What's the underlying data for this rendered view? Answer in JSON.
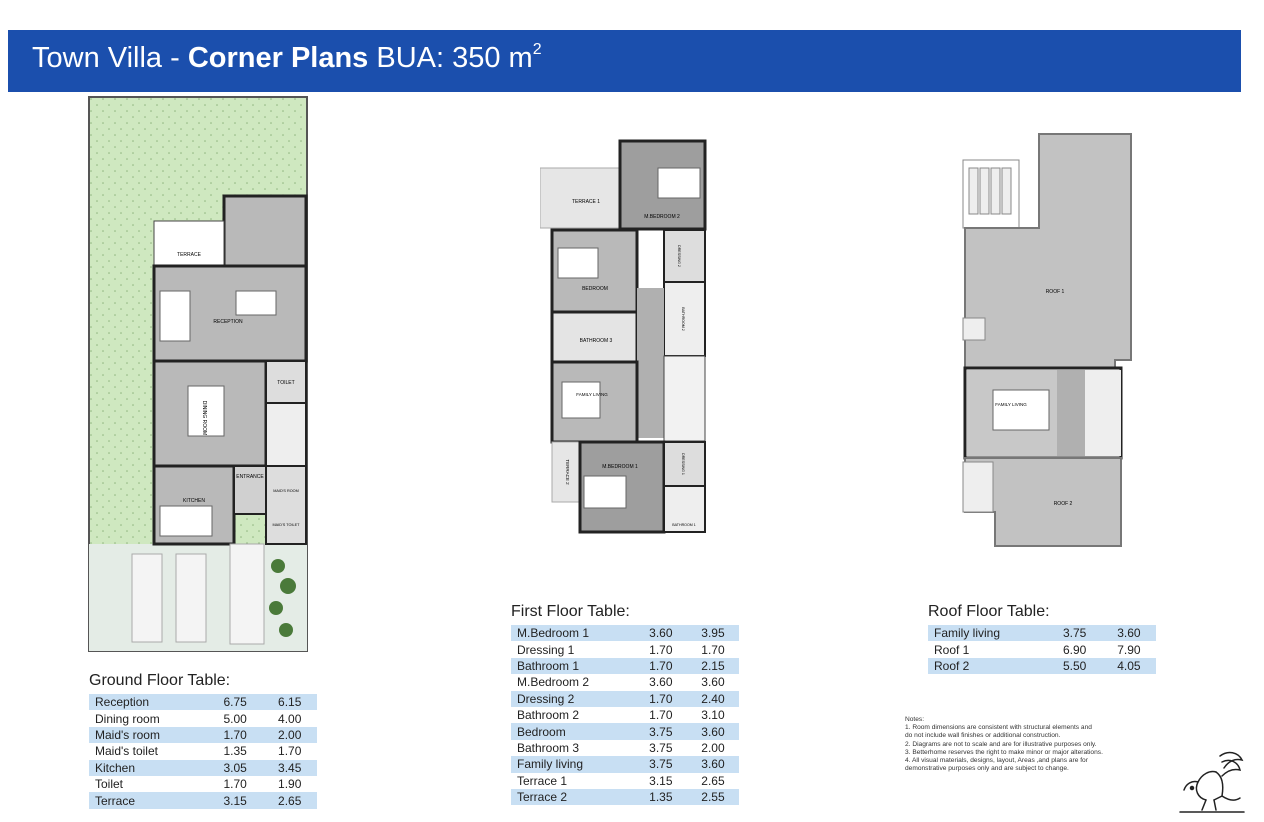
{
  "header": {
    "title_part1": "Town Villa - ",
    "title_bold": "Corner Plans",
    "title_part2": " BUA: 350 m",
    "title_sup": "2"
  },
  "colors": {
    "banner": "#1b4fad",
    "row_highlight": "#c8dff3",
    "garden": "#cfe8c0",
    "room_fill": "#b9b9b9"
  },
  "ground_plan": {
    "labels": [
      "TERRACE",
      "RECEPTION",
      "DINING ROOM",
      "TOILET",
      "KITCHEN",
      "ENTRANCE",
      "MAID'S ROOM",
      "MAID'S TOILET"
    ]
  },
  "first_plan": {
    "labels": [
      "TERRACE 1",
      "M.BEDROOM 2",
      "BEDROOM",
      "DRESSING 2",
      "BATHROOM 2",
      "BATHROOM 3",
      "FAMILY LIVING",
      "TERRACE 2",
      "M.BEDROOM 1",
      "DRESSING 1",
      "BATHROOM 1"
    ]
  },
  "roof_plan": {
    "labels": [
      "ROOF 1",
      "FAMILY LIVING",
      "ROOF 2"
    ]
  },
  "ground_table": {
    "title": "Ground Floor Table:",
    "rows": [
      {
        "name": "Reception",
        "w": "6.75",
        "l": "6.15"
      },
      {
        "name": "Dining room",
        "w": "5.00",
        "l": "4.00"
      },
      {
        "name": "Maid's room",
        "w": "1.70",
        "l": "2.00"
      },
      {
        "name": "Maid's toilet",
        "w": "1.35",
        "l": "1.70"
      },
      {
        "name": "Kitchen",
        "w": "3.05",
        "l": "3.45"
      },
      {
        "name": "Toilet",
        "w": "1.70",
        "l": "1.90"
      },
      {
        "name": "Terrace",
        "w": "3.15",
        "l": "2.65"
      }
    ]
  },
  "first_table": {
    "title": "First Floor Table:",
    "rows": [
      {
        "name": "M.Bedroom 1",
        "w": "3.60",
        "l": "3.95"
      },
      {
        "name": "Dressing 1",
        "w": "1.70",
        "l": "1.70"
      },
      {
        "name": "Bathroom 1",
        "w": "1.70",
        "l": "2.15"
      },
      {
        "name": "M.Bedroom 2",
        "w": "3.60",
        "l": "3.60"
      },
      {
        "name": "Dressing 2",
        "w": "1.70",
        "l": "2.40"
      },
      {
        "name": "Bathroom 2",
        "w": "1.70",
        "l": "3.10"
      },
      {
        "name": "Bedroom",
        "w": "3.75",
        "l": "3.60"
      },
      {
        "name": "Bathroom 3",
        "w": "3.75",
        "l": "2.00"
      },
      {
        "name": "Family living",
        "w": "3.75",
        "l": "3.60"
      },
      {
        "name": "Terrace 1",
        "w": "3.15",
        "l": "2.65"
      },
      {
        "name": "Terrace 2",
        "w": "1.35",
        "l": "2.55"
      }
    ]
  },
  "roof_table": {
    "title": "Roof Floor Table:",
    "rows": [
      {
        "name": "Family living",
        "w": "3.75",
        "l": "3.60"
      },
      {
        "name": "Roof 1",
        "w": "6.90",
        "l": "7.90"
      },
      {
        "name": "Roof 2",
        "w": "5.50",
        "l": "4.05"
      }
    ]
  },
  "notes": {
    "heading": "Notes:",
    "lines": [
      "1. Room dimensions are consistent with structural elements and",
      "    do not include wall finishes or additional construction.",
      "2. Diagrams are not to scale and are for illustrative purposes only.",
      "3. Betterhome reserves the right to make minor or major alterations.",
      "4. All visual materials, designs, layout, Areas ,and plans are for",
      "    demonstrative purposes only and are subject to change."
    ]
  }
}
